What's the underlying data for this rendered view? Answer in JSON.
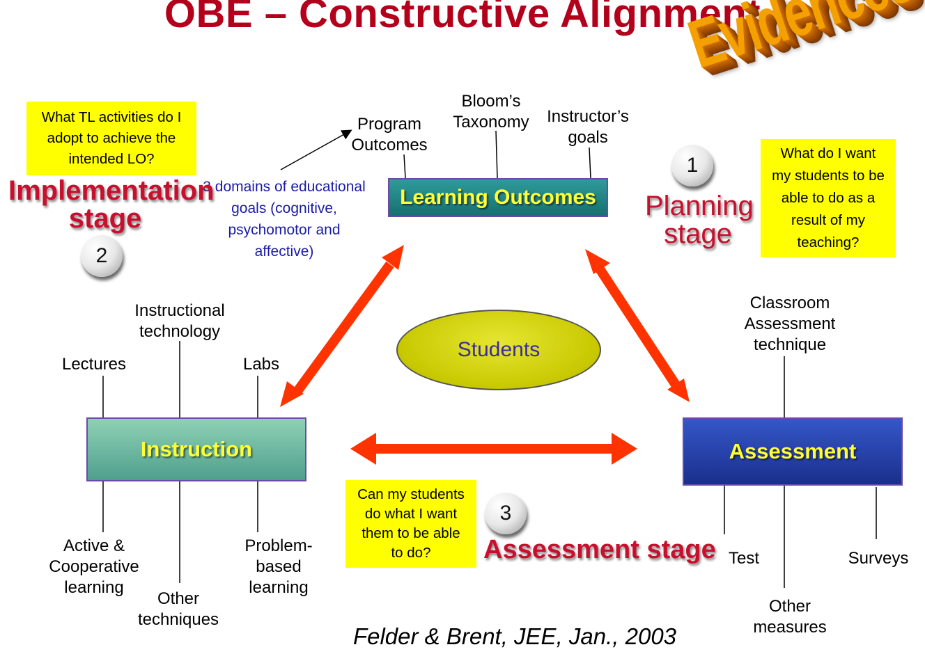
{
  "title": "OBE – Constructive Alignment",
  "evidences_label": "Evidences",
  "citation": "Felder & Brent, JEE, Jan., 2003",
  "nodes": {
    "learning_outcomes": "Learning Outcomes",
    "instruction": "Instruction",
    "assessment": "Assessment",
    "students": "Students"
  },
  "lo_inputs": {
    "program_outcomes": [
      "Program",
      "Outcomes"
    ],
    "blooms": [
      "Bloom’s",
      "Taxonomy"
    ],
    "instructor": [
      "Instructor’s",
      "goals"
    ]
  },
  "domains_note": [
    "3 domains of educational",
    "goals (cognitive,",
    "psychomotor and",
    "affective)"
  ],
  "instruction_items": {
    "instructional_technology": [
      "Instructional",
      "technology"
    ],
    "lectures": "Lectures",
    "labs": "Labs",
    "active": [
      "Active &",
      "Cooperative",
      "learning"
    ],
    "other": [
      "Other",
      "techniques"
    ],
    "problem": [
      "Problem-",
      "based",
      "learning"
    ]
  },
  "assessment_items": {
    "classroom": [
      "Classroom",
      "Assessment",
      "technique"
    ],
    "test": "Test",
    "other": [
      "Other",
      "measures"
    ],
    "surveys": "Surveys"
  },
  "questions": {
    "implementation": [
      "What TL activities do I",
      "adopt to achieve the",
      "intended LO?"
    ],
    "planning": [
      "What do I want",
      "my students to be",
      "able to do as a",
      "result of my",
      "teaching?"
    ],
    "assessment": [
      "Can my students",
      "do what I want",
      "them to be able",
      "to do?"
    ]
  },
  "stages": {
    "implementation": [
      "Implementation",
      "stage"
    ],
    "planning": [
      "Planning",
      "stage"
    ],
    "assessment": "Assessment stage"
  },
  "stage_numbers": {
    "planning": "1",
    "implementation": "2",
    "assessment": "3"
  },
  "colors": {
    "title": "#b3001b",
    "stage_text": "#c8102e",
    "arrow": "#ff3300",
    "box_text": "#ffff33",
    "question_bg": "#ffff00",
    "note_text": "#1a1aa8"
  }
}
